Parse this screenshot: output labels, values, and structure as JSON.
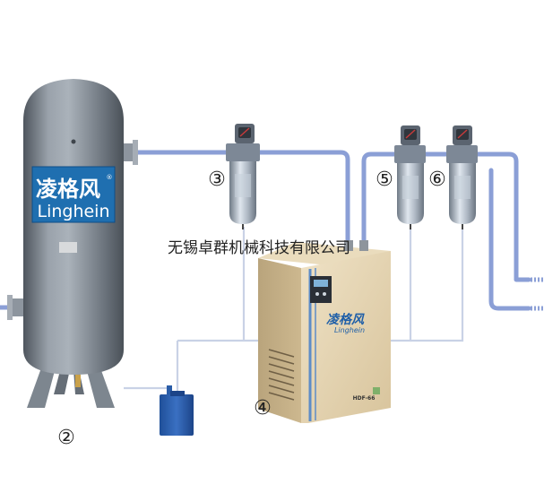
{
  "company_name": "无锡卓群机械科技有限公司",
  "tank": {
    "logo_cn": "凌格风",
    "logo_en": "Linghein",
    "registered_mark": "®"
  },
  "dryer": {
    "logo_cn": "凌格风",
    "logo_en": "Linghein",
    "model": "HDF-66"
  },
  "labels": {
    "n2": "②",
    "n3": "③",
    "n4": "④",
    "n5": "⑤",
    "n6": "⑥"
  },
  "colors": {
    "pipe": "#8b9fd6",
    "drain_line": "#c9d2e6",
    "tank_body": "#7c8590",
    "logo_panel": "#1f6fb0",
    "dryer_case": "#d9c7a3",
    "drain_box": "#2a5da8"
  },
  "icons": [
    "air-tank-icon",
    "filter-icon",
    "dryer-icon",
    "drain-box-icon"
  ]
}
